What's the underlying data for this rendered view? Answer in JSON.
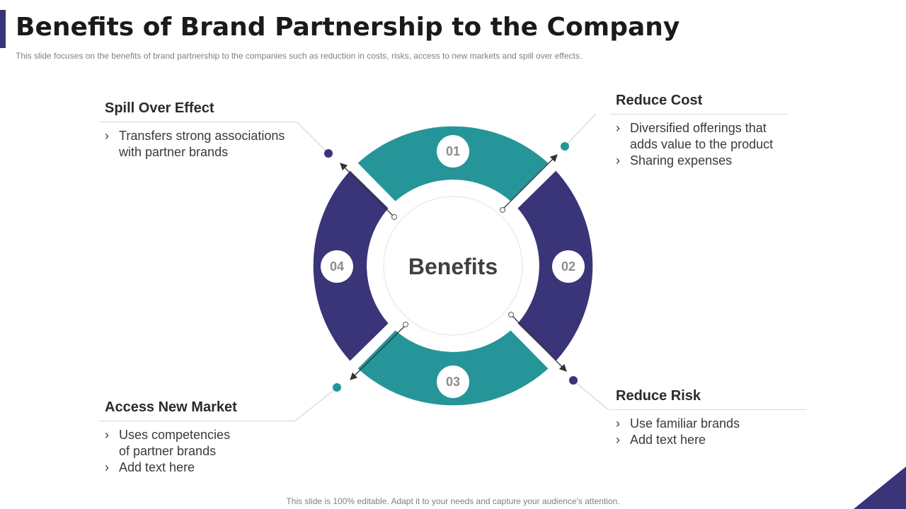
{
  "header": {
    "title": "Benefits of Brand Partnership to the Company",
    "subtitle": "This slide focuses on the benefits of brand partnership to the companies such as reduction in costs, risks, access to new markets and spill over effects."
  },
  "diagram": {
    "center_label": "Benefits",
    "segments": [
      {
        "number": "01",
        "color": "#25959a"
      },
      {
        "number": "02",
        "color": "#3a3478"
      },
      {
        "number": "03",
        "color": "#25959a"
      },
      {
        "number": "04",
        "color": "#3a3478"
      }
    ]
  },
  "blocks": {
    "spill": {
      "title": "Spill Over Effect",
      "items": [
        "Transfers strong associations",
        "with partner brands"
      ]
    },
    "cost": {
      "title": "Reduce Cost",
      "items": [
        "Diversified offerings that",
        "adds value to the product",
        "Sharing expenses"
      ]
    },
    "market": {
      "title": "Access New Market",
      "items": [
        "Uses competencies",
        "of partner brands",
        "Add text here"
      ]
    },
    "risk": {
      "title": "Reduce Risk",
      "items": [
        "Use familiar brands",
        "Add text here"
      ]
    }
  },
  "footer": "This slide is 100% editable. Adapt it to your needs and capture your audience's attention.",
  "colors": {
    "teal": "#25959a",
    "navy": "#3a3478"
  }
}
